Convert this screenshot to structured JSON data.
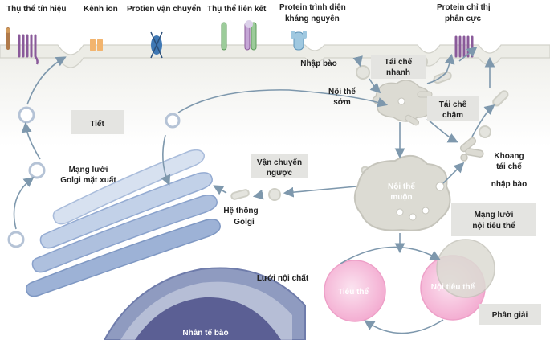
{
  "membrane_labels": {
    "signal_receptor": "Thụ thể tín hiệu",
    "ion_channel": "Kênh ion",
    "transport_protein": "Protien vận chuyển",
    "adhesion_receptor": "Thụ thể liên kết",
    "antigen_line1": "Protein trình diện",
    "antigen_line2": "kháng nguyên",
    "polarity_line1": "Protein chỉ thị",
    "polarity_line2": "phân cực"
  },
  "labels": {
    "endocytosis": "Nhập bào",
    "early_endosome_line1": "Nội thể",
    "early_endosome_line2": "sớm",
    "fast_recycle_line1": "Tái chế",
    "fast_recycle_line2": "nhanh",
    "slow_recycle_line1": "Tái chế",
    "slow_recycle_line2": "chậm",
    "secretion": "Tiết",
    "golgi_network_line1": "Mạng lưới",
    "golgi_network_line2": "Golgi mặt xuất",
    "retrograde_line1": "Vận chuyển",
    "retrograde_line2": "ngược",
    "golgi_line1": "Hệ thống",
    "golgi_line2": "Golgi",
    "late_endosome_line1": "Nội thể",
    "late_endosome_line2": "muộn",
    "recycling_compartment_line1": "Khoang",
    "recycling_compartment_line2": "tái chế",
    "recycling_compartment_line3": "nhập bào",
    "endolysosome_network_line1": "Mạng lưới",
    "endolysosome_network_line2": "nội tiêu thể",
    "er": "Lưới nội chất",
    "lysosome": "Tiêu thể",
    "endolysosome": "Nội tiêu thể",
    "degradation": "Phân giải",
    "nucleus": "Nhân tế bào"
  },
  "colors": {
    "membrane": "#d9d9d2",
    "arrow": "#7e98ad",
    "golgi": "#a9bcdb",
    "er": "#7a88b0",
    "nucleus": "#5b5f94",
    "endosome": "#dcdbd3",
    "lysosome": "#f3a9cf",
    "label_box": "#e4e4e1",
    "receptor_purple": "#8a5a9a",
    "ion_channel": "#f2b46e",
    "transporter": "#3f78b4",
    "adhesion_green": "#9ccc9a",
    "antigen_blue": "#9fc8e0"
  },
  "icons": [
    "signal-receptor-icon",
    "ion-channel-icon",
    "transporter-icon",
    "adhesion-receptor-icon",
    "antigen-protein-icon",
    "polarity-protein-icon"
  ]
}
